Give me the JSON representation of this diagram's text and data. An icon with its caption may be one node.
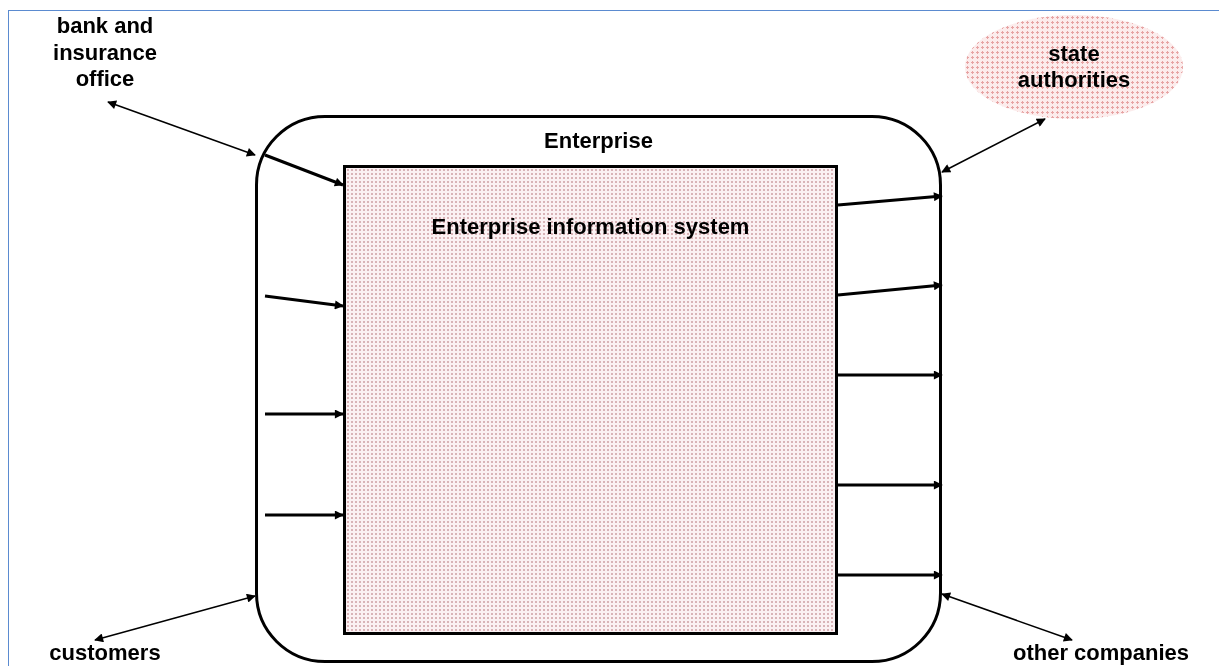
{
  "diagram": {
    "nodes": [
      {
        "text": [
          "bank and insurance office"
        ]
      },
      {
        "text": [
          "state authorities"
        ]
      },
      {
        "text": [
          "Enterprise"
        ]
      },
      {
        "text": [
          "Enterprise information system"
        ],
        "in": 2
      },
      {
        "text": [
          "customers"
        ]
      },
      {
        "text": [
          "other companies"
        ]
      }
    ],
    "edges": [
      {
        "from": 0,
        "to": 2,
        "arrow": "both"
      },
      {
        "from": 1,
        "to": 2,
        "arrow": "both"
      },
      {
        "from": 4,
        "to": 2,
        "arrow": "both"
      },
      {
        "from": 5,
        "to": 2,
        "arrow": "both"
      },
      {
        "from": 2,
        "to": 3,
        "arrow": "to"
      },
      {
        "from": 2,
        "to": 3,
        "arrow": "to"
      },
      {
        "from": 2,
        "to": 3,
        "arrow": "to"
      },
      {
        "from": 2,
        "to": 3,
        "arrow": "to"
      },
      {
        "from": 3,
        "to": 2,
        "arrow": "to"
      },
      {
        "from": 3,
        "to": 2,
        "arrow": "to"
      },
      {
        "from": 3,
        "to": 2,
        "arrow": "to"
      },
      {
        "from": 3,
        "to": 2,
        "arrow": "to"
      },
      {
        "from": 3,
        "to": 2,
        "arrow": "to"
      }
    ]
  }
}
